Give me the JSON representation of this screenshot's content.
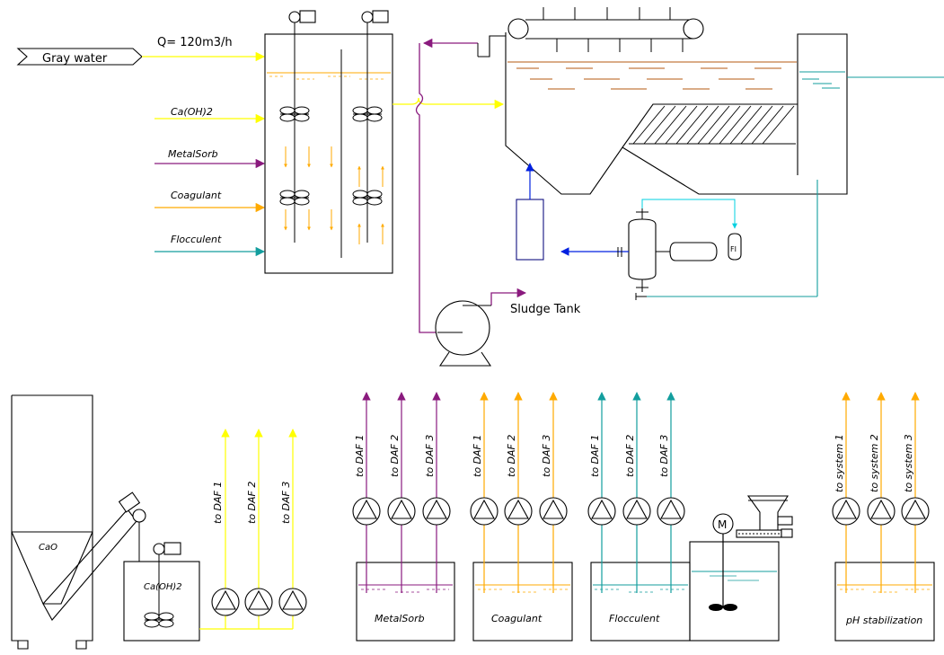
{
  "labels": {
    "gray_water": "Gray water",
    "flow_rate": "Q= 120m3/h",
    "caoh2": "Ca(OH)2",
    "metalsorb": "MetalSorb",
    "coagulant": "Coagulant",
    "flocculent": "Flocculent",
    "sludge_tank": "Sludge Tank",
    "fi": "FI",
    "cao": "CaO",
    "motor": "M",
    "ph_stabilization": "pH stabilization"
  },
  "dosing_groups": [
    {
      "id": "lime",
      "targets": [
        "to DAF 1",
        "to DAF 2",
        "to DAF 3"
      ]
    },
    {
      "id": "metalsorb",
      "targets": [
        "to DAF 1",
        "to DAF 2",
        "to DAF 3"
      ]
    },
    {
      "id": "coagulant",
      "targets": [
        "to DAF 1",
        "to DAF 2",
        "to DAF 3"
      ]
    },
    {
      "id": "flocculent",
      "targets": [
        "to DAF 1",
        "to DAF 2",
        "to DAF 3"
      ]
    },
    {
      "id": "ph",
      "targets": [
        "to system 1",
        "to system 2",
        "to system 3"
      ]
    }
  ],
  "colors": {
    "yellow": "#ffff00",
    "orange": "#ffaa00",
    "magenta": "#8a1a7e",
    "teal": "#139e9e",
    "blue": "#0020e0",
    "cyan": "#00d0e0",
    "brown": "#b45a10",
    "navy": "#101080"
  }
}
